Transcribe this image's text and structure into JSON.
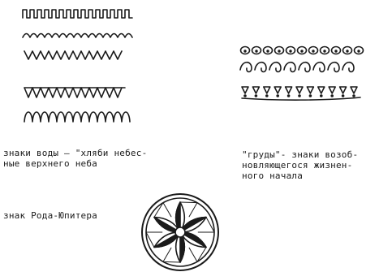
{
  "captions": {
    "water": {
      "line1": "знаки воды – \"хляби небес-",
      "line2": "ные верхнего неба"
    },
    "breasts": {
      "line1": "\"груды\"- знаки возоб-",
      "line2": "новляющегося жизнен-",
      "line3": "ного начала"
    },
    "rod": {
      "line1": "знак Рода-Юпитера"
    }
  },
  "symbols": {
    "water_signs": [
      "meander-band",
      "scalloped-wave-band",
      "zigzag-band",
      "triangle-fringe-band",
      "loop-wave-band"
    ],
    "breast_signs": [
      "circle-row",
      "spiral-wave-row",
      "drop-row"
    ],
    "rod_sign": "six-petal-rosette-in-circle"
  },
  "colors": {
    "ink": "#1a1a1a",
    "paper": "#ffffff"
  }
}
